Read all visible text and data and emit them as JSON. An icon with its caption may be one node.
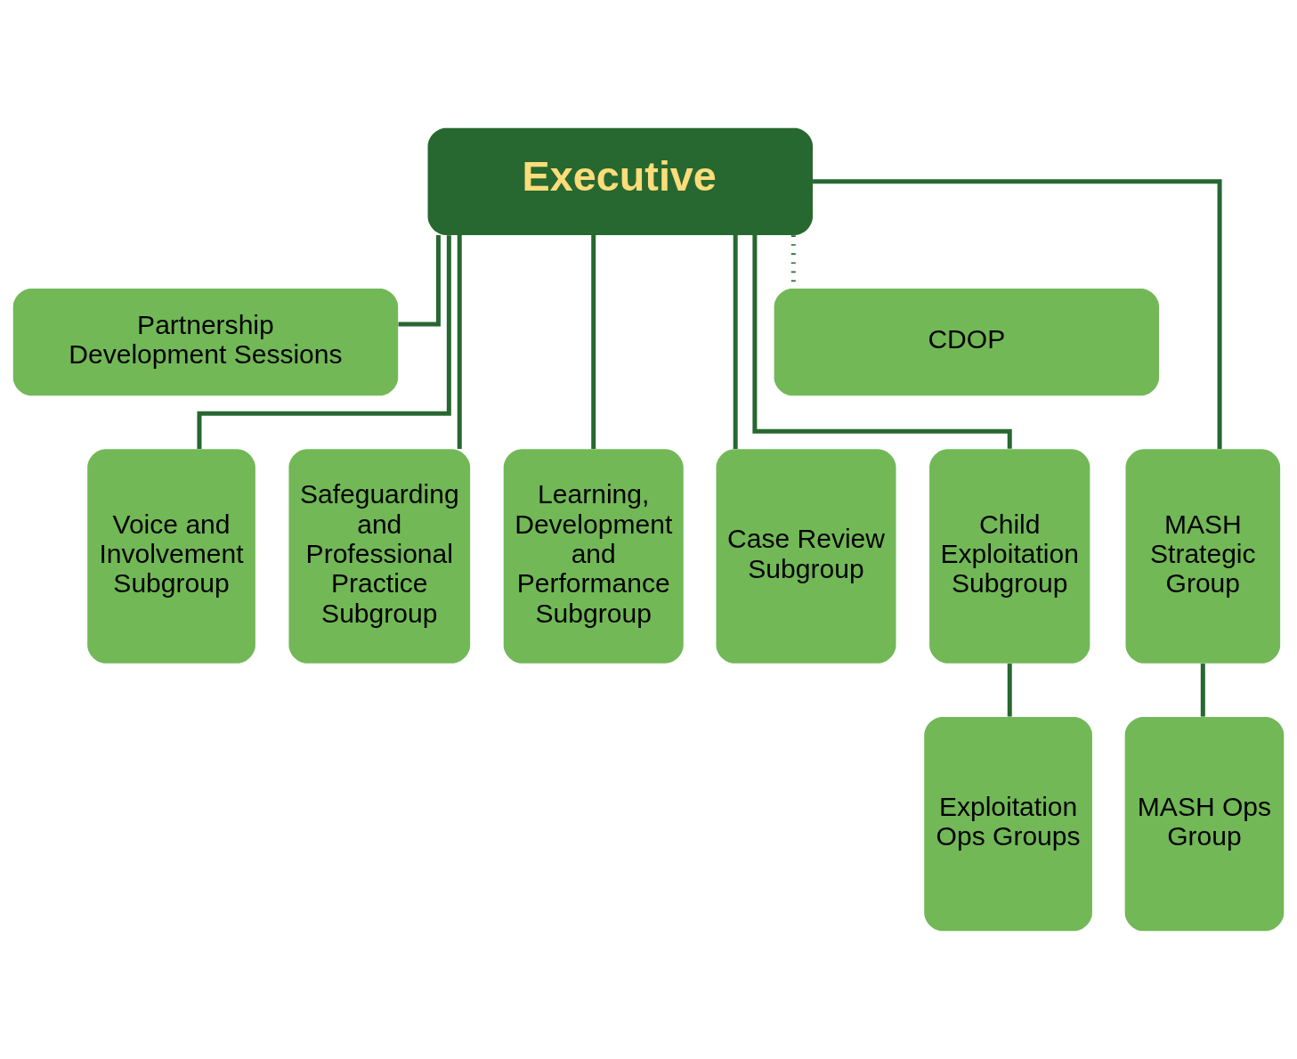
{
  "diagram": {
    "nodes": [
      {
        "text": [
          "Executive"
        ]
      },
      {
        "text": [
          "Partnership Development Sessions"
        ]
      },
      {
        "text": [
          "CDOP"
        ]
      },
      {
        "text": [
          "Voice and Involvement Subgroup"
        ]
      },
      {
        "text": [
          "Safeguarding and Professional Practice Subgroup"
        ]
      },
      {
        "text": [
          "Learning, Development and Performance Subgroup"
        ]
      },
      {
        "text": [
          "Case Review Subgroup"
        ]
      },
      {
        "text": [
          "Child Exploitation Subgroup"
        ]
      },
      {
        "text": [
          "MASH Strategic Group"
        ]
      },
      {
        "text": [
          "Exploitation Ops Groups"
        ]
      },
      {
        "text": [
          "MASH Ops Group"
        ]
      }
    ],
    "edges": [
      {
        "from": 0,
        "to": 1,
        "arrow": "none"
      },
      {
        "from": 0,
        "to": 2,
        "arrow": "none",
        "style": "dashed"
      },
      {
        "from": 0,
        "to": 3,
        "arrow": "none"
      },
      {
        "from": 0,
        "to": 4,
        "arrow": "none"
      },
      {
        "from": 0,
        "to": 5,
        "arrow": "none"
      },
      {
        "from": 0,
        "to": 6,
        "arrow": "none"
      },
      {
        "from": 0,
        "to": 7,
        "arrow": "none"
      },
      {
        "from": 0,
        "to": 8,
        "arrow": "none"
      },
      {
        "from": 7,
        "to": 9,
        "arrow": "none"
      },
      {
        "from": 8,
        "to": 10,
        "arrow": "none"
      }
    ]
  }
}
